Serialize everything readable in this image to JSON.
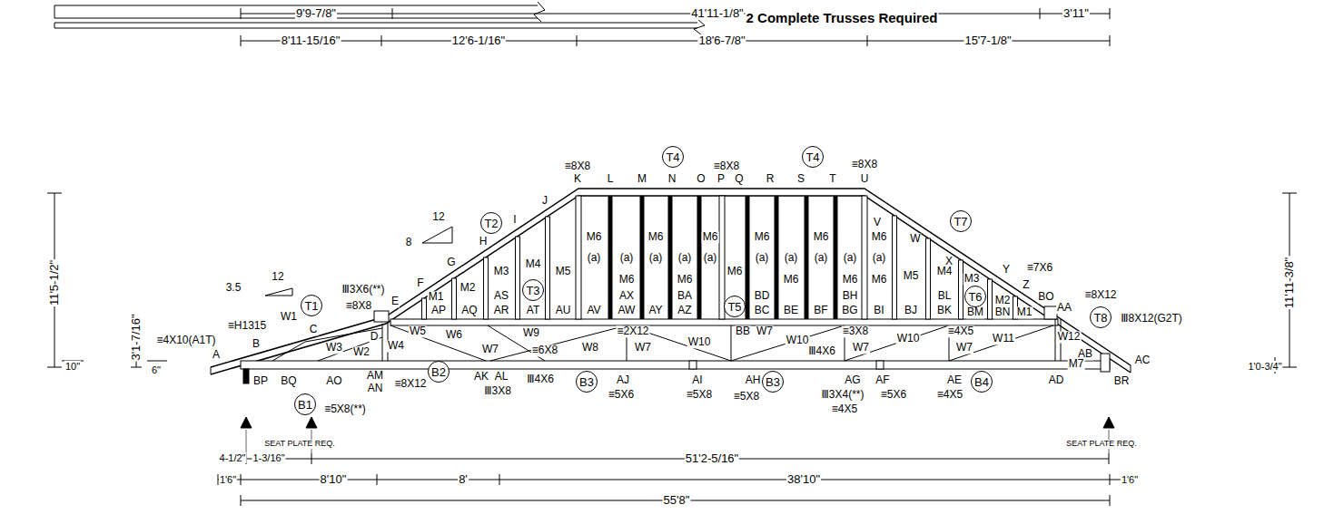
{
  "diagram": {
    "title": "2 Complete Trusses Required",
    "nodes": [
      {
        "text": [
          "T4"
        ]
      },
      {
        "text": [
          "T4"
        ]
      },
      {
        "text": [
          "T2"
        ]
      },
      {
        "text": [
          "T7"
        ]
      },
      {
        "text": [
          "T3"
        ]
      },
      {
        "text": [
          "T5"
        ]
      },
      {
        "text": [
          "T1"
        ]
      },
      {
        "text": [
          "T6"
        ]
      },
      {
        "text": [
          "T8"
        ]
      },
      {
        "text": [
          "B2"
        ]
      },
      {
        "text": [
          "B3"
        ]
      },
      {
        "text": [
          "B3"
        ]
      },
      {
        "text": [
          "B4"
        ]
      },
      {
        "text": [
          "B1"
        ]
      }
    ],
    "labels": [
      "9'9-7/8\"",
      "41'11-1/8\"",
      "3'11\"",
      "8'11-15/16\"",
      "12'6-1/16\"",
      "18'6-7/8\"",
      "15'7-1/8\"",
      "≡8X8",
      "K",
      "L",
      "M",
      "≡8X8",
      "N",
      "O",
      "P",
      "Q",
      "R",
      "S",
      "T",
      "≡8X8",
      "U",
      "J",
      "I",
      "H",
      "G",
      "F",
      "12",
      "8",
      "3.5",
      "12",
      "V",
      "W",
      "X",
      "Y",
      "≡7X6",
      "Z",
      "BO",
      "AA",
      "≡8X12",
      "Ⅲ8X12(G2T)",
      "AB",
      "AC",
      "≡H1315",
      "≡4X10(A1T)",
      "A",
      "B",
      "C",
      "W1",
      "Ⅲ3X6(**)",
      "≡8X8",
      "E",
      "D",
      "W3",
      "W2",
      "W4",
      "W5",
      "M1",
      "AP",
      "M2",
      "AQ",
      "M3",
      "AS",
      "AR",
      "M4",
      "AT",
      "AU",
      "M5",
      "M6",
      "M6",
      "M6",
      "M6",
      "M6",
      "M6",
      "(a)",
      "(a)",
      "(a)",
      "(a)",
      "(a)",
      "(a)",
      "(a)",
      "(a)",
      "(a)",
      "(a)",
      "M6",
      "M6",
      "M6",
      "M6",
      "M6",
      "M6",
      "AV",
      "AW",
      "AX",
      "AY",
      "AZ",
      "BA",
      "BC",
      "BD",
      "BE",
      "BF",
      "BG",
      "BH",
      "BI",
      "BJ",
      "M5",
      "BK",
      "BL",
      "M4",
      "M3",
      "BM",
      "M2",
      "BN",
      "M1",
      "W6",
      "W7",
      "W9",
      "≡6X8",
      "W8",
      "≡2X12",
      "W7",
      "W10",
      "BB",
      "W7",
      "W10",
      "≡3X8",
      "Ⅲ4X6",
      "W7",
      "W10",
      "≡4X5",
      "W7",
      "W11",
      "W12",
      "M7",
      "BP",
      "BQ",
      "AO",
      "AM",
      "AN",
      "≡8X12",
      "AK",
      "AL",
      "Ⅲ3X8",
      "Ⅲ4X6",
      "AJ",
      "≡5X6",
      "AI",
      "≡5X8",
      "AH",
      "≡5X8",
      "AG",
      "Ⅲ3X4(**)",
      "≡4X5",
      "AF",
      "≡5X6",
      "AE",
      "≡4X5",
      "AD",
      "BR",
      "≡5X8(**)",
      "SEAT PLATE REQ.",
      "SEAT PLATE REQ.",
      "4-1/2\"",
      "1-3/16\"",
      "51'2-5/16\"",
      "1'6\"",
      "8'10\"",
      "8'",
      "38'10\"",
      "1'6\"",
      "55'8\"",
      "11'5-1/2\"",
      "3'1-7/16\"",
      "10\"",
      "6\"",
      "11'11-3/8\"",
      "1'0-3/4\""
    ]
  }
}
